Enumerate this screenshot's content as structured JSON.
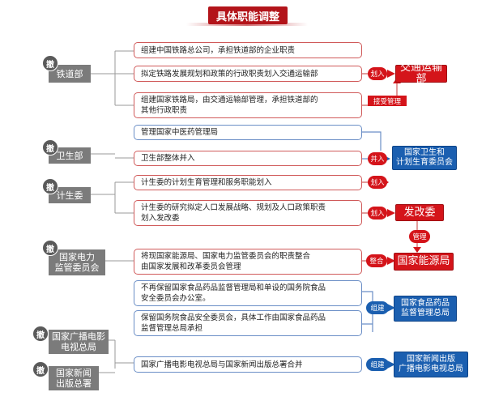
{
  "title": "具体职能调整",
  "badge_label": "撤",
  "orgs": {
    "railway": "铁道部",
    "health": "卫生部",
    "family_planning": "计生委",
    "electricity": "国家电力\n监管委员会",
    "radio_tv": "国家广播电影\n电视总局",
    "press": "国家新闻\n出版总署"
  },
  "items": {
    "r1": "组建中国铁路总公司，承担铁道部的企业职责",
    "r2": "拟定铁路发展规划和政策的行政职责划入交通运输部",
    "r3": "组建国家铁路局，由交通运输部管理，承担铁道部的\n其他行政职责",
    "h1": "管理国家中医药管理局",
    "h2": "卫生部整体并入",
    "f1": "计生委的计划生育管理和服务职能划入",
    "f2": "计生委的研究拟定人口发展战略、规划及人口政策职责\n划入发改委",
    "e1": "将现国家能源局、国家电力监管委员会的职责整合\n由国家发展和改革委员会管理",
    "d1": "不再保留国家食品药品监督管理局和单设的国务院食品\n安全委员会办公室。",
    "d2": "保留国务院食品安全委员会，具体工作由国家食品药品\n监督管理总局承担",
    "m1": "国家广播电影电视总局与国家新闻出版总署合并"
  },
  "actions": {
    "huaru": "划入",
    "jieshou": "接受管理",
    "bingru": "并入",
    "guanli": "管理",
    "zhenghe": "整合",
    "zujian": "组建"
  },
  "targets": {
    "transport": "交通运输部",
    "health_commission": "国家卫生和\n计划生育委员会",
    "ndrc": "发改委",
    "energy": "国家能源局",
    "food_drug": "国家食品药品\n监督管理总局",
    "press_radio": "国家新闻出版\n广播电影电视总局"
  }
}
